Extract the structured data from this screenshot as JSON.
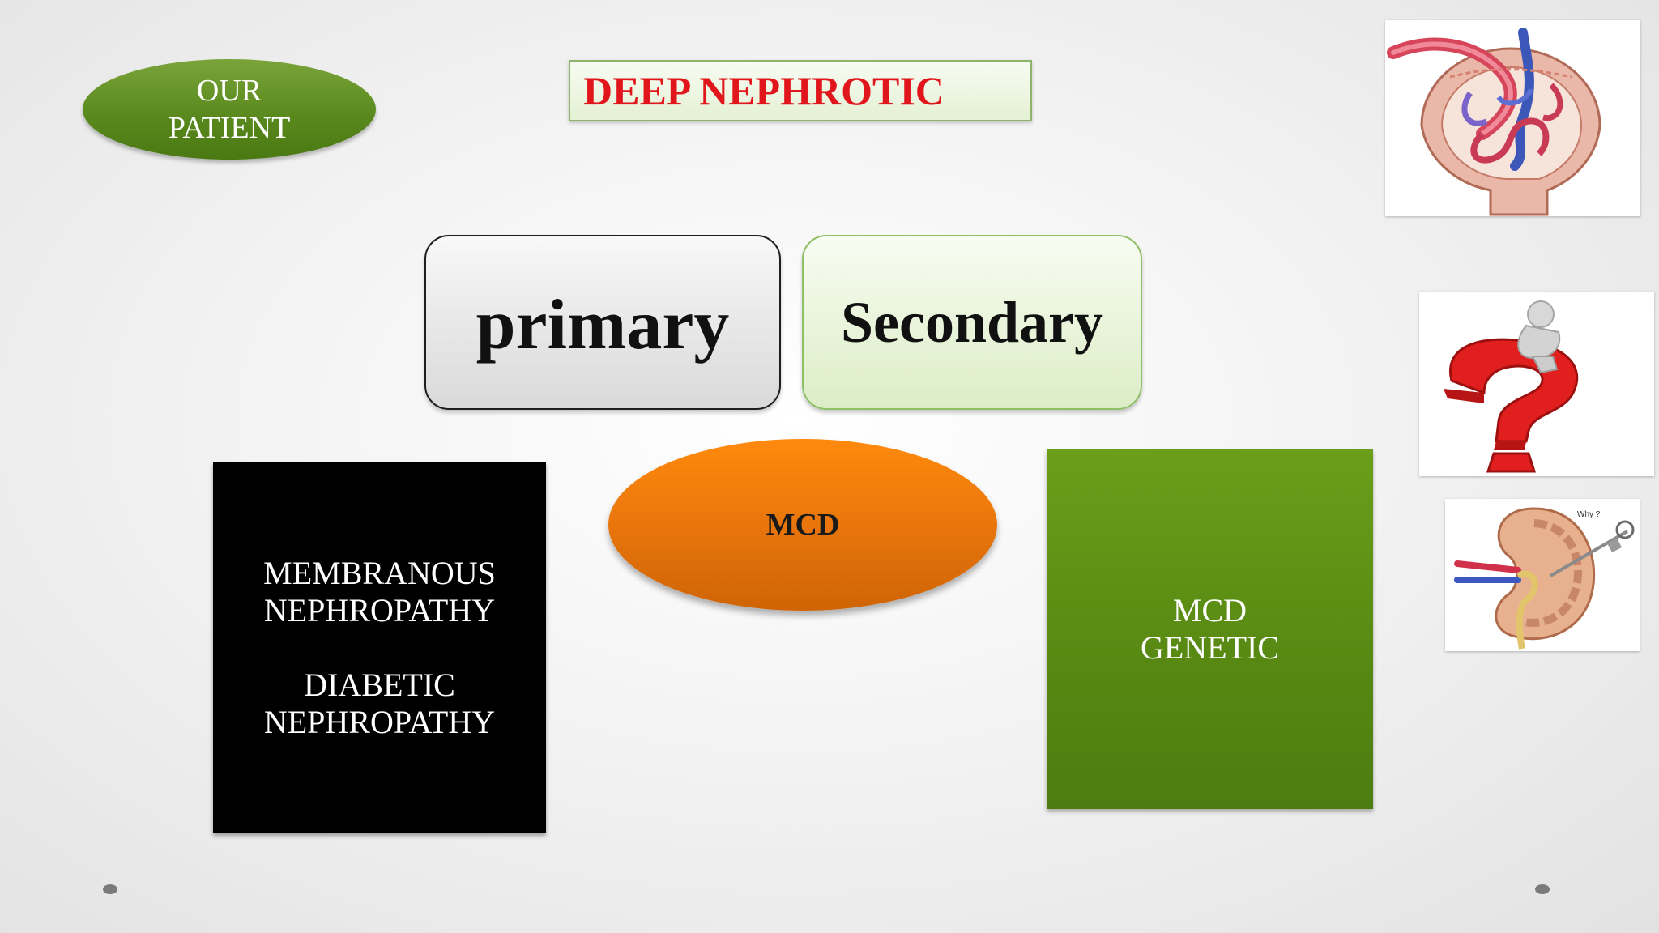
{
  "slide": {
    "patient_label": "OUR\nPATIENT",
    "title": "DEEP NEPHROTIC",
    "primary_label": "primary",
    "secondary_label": "Secondary",
    "mcd_label": "MCD",
    "primary_causes": {
      "line1": "MEMBRANOUS",
      "line2": "NEPHROPATHY",
      "line3": "DIABETIC",
      "line4": "NEPHROPATHY"
    },
    "secondary_causes": {
      "line1": "MCD",
      "line2": "GENETIC"
    },
    "images": {
      "glomerulus": "glomerulus-illustration",
      "question": "thinker-on-question-mark-illustration",
      "kidney": "kidney-biopsy-illustration",
      "kidney_caption": "Why ?"
    }
  },
  "colors": {
    "title_red": "#e0161c",
    "patient_green": "#5a8a1e",
    "mcd_orange": "#e6740b",
    "secondary_green": "#578812",
    "primary_black": "#000000"
  }
}
